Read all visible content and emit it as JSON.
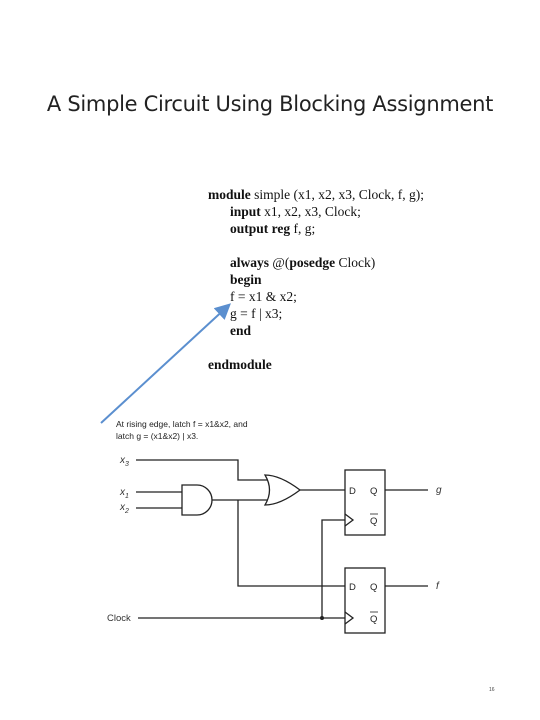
{
  "title": "A Simple Circuit Using Blocking Assignment",
  "code": {
    "l1_kw": "module",
    "l1_rest": " simple (x1, x2, x3, Clock, f, g);",
    "l2_kw": "input",
    "l2_rest": " x1, x2, x3, Clock;",
    "l3_kw": "output reg",
    "l3_rest": " f, g;",
    "l4_kw": "always",
    "l4_mid": " @(",
    "l4_kw2": "posedge",
    "l4_rest": " Clock)",
    "l5_kw": "begin",
    "l6": "f = x1 & x2;",
    "l7": "g = f | x3;",
    "l8_kw": "end",
    "l9_kw": "endmodule"
  },
  "note": {
    "line1": "At rising edge, latch f = x1&x2, and",
    "line2": "latch g = (x1&x2) | x3."
  },
  "circuit": {
    "x3": "x",
    "x3_sub": "3",
    "x1": "x",
    "x1_sub": "1",
    "x2": "x",
    "x2_sub": "2",
    "clock": "Clock",
    "ff_top_d": "D",
    "ff_top_q": "Q",
    "ff_top_qbar": "Q",
    "ff_bot_d": "D",
    "ff_bot_q": "Q",
    "ff_bot_qbar": "Q",
    "out_g": "g",
    "out_f": "f"
  },
  "page_number": "16",
  "colors": {
    "arrow": "#5b8fcf",
    "wire": "#222222"
  }
}
